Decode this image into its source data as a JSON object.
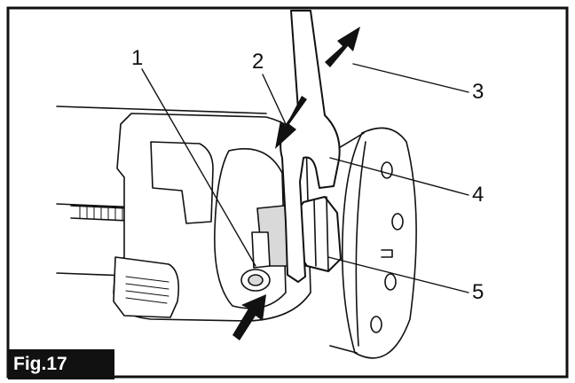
{
  "figure": {
    "label": "Fig.17",
    "callouts": [
      "1",
      "2",
      "3",
      "4",
      "5"
    ]
  },
  "colors": {
    "ink": "#111111",
    "shade": "#d9d9d9",
    "paper": "#ffffff",
    "label_bg": "#111111",
    "label_text": "#ffffff"
  }
}
